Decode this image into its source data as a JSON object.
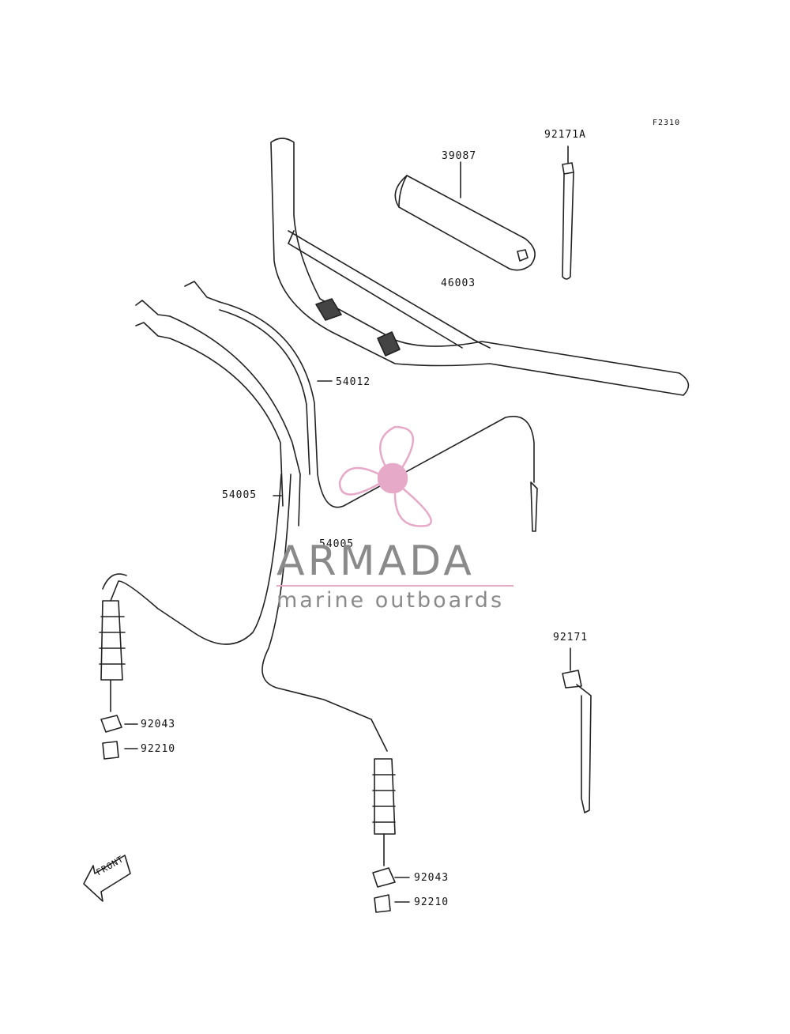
{
  "diagram": {
    "code": "F2310",
    "parts": {
      "p39087": "39087",
      "p92171A": "92171A",
      "p46003": "46003",
      "p54012": "54012",
      "p54005_a": "54005",
      "p54005_b": "54005",
      "p92171": "92171",
      "p92043_a": "92043",
      "p92210_a": "92210",
      "p92043_b": "92043",
      "p92210_b": "92210"
    },
    "front_arrow": "FRONT"
  },
  "watermark": {
    "title": "ARMADA",
    "subtitle": "marine outboards",
    "color": "#e7a9c8"
  }
}
